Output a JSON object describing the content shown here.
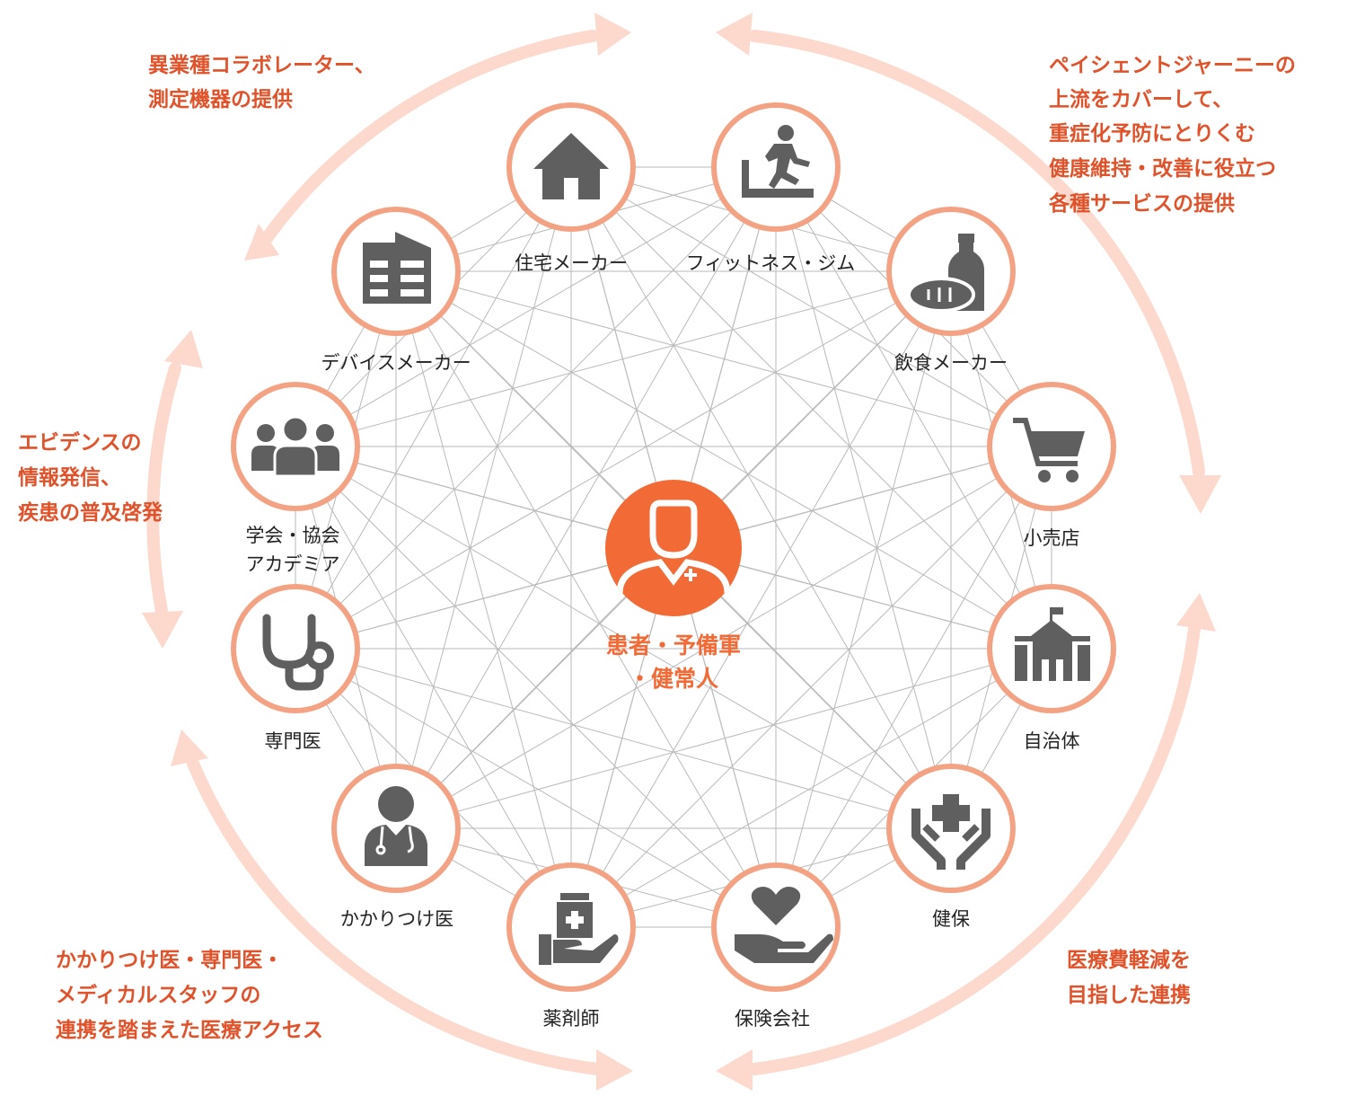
{
  "center": {
    "label_lines": [
      "患者・予備軍",
      "・健常人"
    ],
    "circle_color": "#f26a35",
    "icon": "patient-icon"
  },
  "nodes": [
    {
      "id": "housing-maker",
      "label": "住宅メーカー",
      "icon": "house-icon"
    },
    {
      "id": "fitness-gym",
      "label": "フィットネス・ジム",
      "icon": "treadmill-runner-icon"
    },
    {
      "id": "food-maker",
      "label": "飲食メーカー",
      "icon": "bread-bottle-icon"
    },
    {
      "id": "retail-store",
      "label": "小売店",
      "icon": "shopping-cart-icon"
    },
    {
      "id": "municipality",
      "label": "自治体",
      "icon": "city-hall-icon"
    },
    {
      "id": "health-insurance",
      "label": "健保",
      "icon": "hands-medical-cross-icon"
    },
    {
      "id": "insurance-company",
      "label": "保険会社",
      "icon": "hand-heart-icon"
    },
    {
      "id": "pharmacist",
      "label": "薬剤師",
      "icon": "hand-medicine-bottle-icon"
    },
    {
      "id": "family-doctor",
      "label": "かかりつけ医",
      "icon": "doctor-icon"
    },
    {
      "id": "specialist",
      "label": "専門医",
      "icon": "stethoscope-icon"
    },
    {
      "id": "academia",
      "label_lines": [
        "学会・協会",
        "アカデミア"
      ],
      "icon": "group-people-icon"
    },
    {
      "id": "device-maker",
      "label": "デバイスメーカー",
      "icon": "building-icon"
    }
  ],
  "corner_texts": {
    "top_left": [
      "異業種コラボレーター、",
      "測定機器の提供"
    ],
    "top_right": [
      "ペイシェントジャーニーの",
      "上流をカバーして、",
      "重症化予防にとりくむ",
      "健康維持・改善に役立つ",
      "各種サービスの提供"
    ],
    "left": [
      "エビデンスの",
      "情報発信、",
      "疾患の普及啓発"
    ],
    "bottom_left": [
      "かかりつけ医・専門医・",
      "メディカルスタッフの",
      "連携を踏まえた医療アクセス"
    ],
    "bottom_right": [
      "医療費軽減を",
      "目指した連携"
    ]
  },
  "colors": {
    "accent": "#e0522a",
    "center_orange": "#f26a35",
    "ring": "#f4a284",
    "arc_arrow": "#fcd9cc",
    "icon_gray": "#5f5f5f",
    "network_line": "#b9b9b9"
  }
}
